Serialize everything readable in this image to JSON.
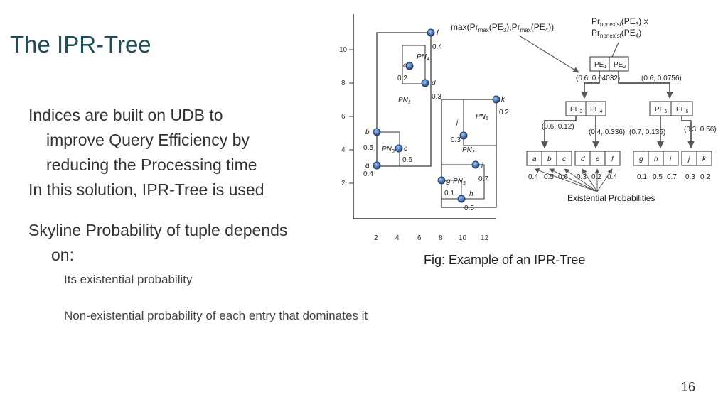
{
  "slide": {
    "title": "The IPR-Tree",
    "bullet1": [
      "Indices are built on UDB to",
      "improve Query Efficiency by",
      "reducing the Processing time",
      "In this solution, IPR-Tree is used"
    ],
    "bullet2": [
      "Skyline Probability of tuple depends",
      "on:"
    ],
    "sub_bullets": [
      "Its existential probability",
      "Non-existential probability of each entry that dominates it"
    ],
    "caption": "Fig: Example of an IPR-Tree",
    "page_number": "16"
  },
  "plot": {
    "x_ticks": [
      "2",
      "4",
      "6",
      "8",
      "10",
      "12"
    ],
    "y_ticks": [
      "2",
      "4",
      "6",
      "8",
      "10"
    ],
    "points": [
      {
        "label": "a",
        "prob": "0.4"
      },
      {
        "label": "b",
        "prob": "0.5"
      },
      {
        "label": "c",
        "prob": "0.6"
      },
      {
        "label": "d",
        "prob": "0.3"
      },
      {
        "label": "e",
        "prob": "0.2"
      },
      {
        "label": "f",
        "prob": "0.4"
      },
      {
        "label": "g",
        "prob": "0.1"
      },
      {
        "label": "h",
        "prob": "0.5"
      },
      {
        "label": "i",
        "prob": "0.7"
      },
      {
        "label": "j",
        "prob": "0.3"
      },
      {
        "label": "k",
        "prob": "0.2"
      }
    ],
    "regions": [
      "PN",
      "PN",
      "PN",
      "PN",
      "PN",
      "PN"
    ],
    "region_subs": [
      "4",
      "1",
      "3",
      "6",
      "2",
      "5"
    ]
  },
  "annotations": {
    "max_label": {
      "pre": "max(Pr",
      "s1": "max",
      "m1": "(PE",
      "n1": "3",
      "m2": "),Pr",
      "s2": "max",
      "m3": "(PE",
      "n2": "4",
      "post": "))"
    },
    "nonexist_label": {
      "line1": {
        "pre": "Pr",
        "sub": "nonexist",
        "mid": "(PE",
        "num": "3",
        "post": ") x"
      },
      "line2": {
        "pre": "Pr",
        "sub": "nonexist",
        "mid": "(PE",
        "num": "4",
        "post": ")"
      }
    },
    "existential": "Existential Probabilities"
  },
  "tree": {
    "root_entries": [
      {
        "base": "PE",
        "sub": "1"
      },
      {
        "base": "PE",
        "sub": "2"
      }
    ],
    "root_labels": [
      "(0.6, 0.04032)",
      "(0.6, 0.0756)"
    ],
    "mid_left": [
      {
        "base": "PE",
        "sub": "3"
      },
      {
        "base": "PE",
        "sub": "4"
      }
    ],
    "mid_right": [
      {
        "base": "PE",
        "sub": "5"
      },
      {
        "base": "PE",
        "sub": "6"
      }
    ],
    "mid_labels": [
      "(0.6, 0.12)",
      "(0.4, 0.336)",
      "(0.7, 0.135)",
      "(0.3, 0.56)"
    ],
    "leaves": [
      [
        "a",
        "b",
        "c"
      ],
      [
        "d",
        "e",
        "f"
      ],
      [
        "g",
        "h",
        "i"
      ],
      [
        "j",
        "k"
      ]
    ],
    "leaf_probs": [
      "0.4",
      "0.5",
      "0.6",
      "0.3",
      "0.2",
      "0.4",
      "0.1",
      "0.5",
      "0.7",
      "0.3",
      "0.2"
    ]
  }
}
